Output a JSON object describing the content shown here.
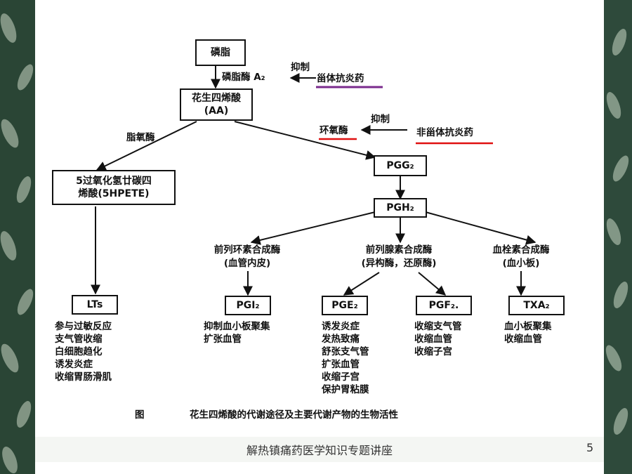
{
  "colors": {
    "accent_purple": "#7a2a8c",
    "accent_red": "#e01010",
    "frame_green": "#2f4a3a"
  },
  "diagram": {
    "phospholipid": "磷脂",
    "pla2": "磷脂酶 A₂",
    "inhibit_1": "抑制",
    "steroid": "甾体抗炎药",
    "aa_line1": "花生四烯酸",
    "aa_line2": "(AA)",
    "lipoxygenase": "脂氧酶",
    "cox": "环氧酶",
    "inhibit_2": "抑制",
    "nsaid": "非甾体抗炎药",
    "hpete_line1": "5过氧化氢廿碳四",
    "hpete_line2": "烯酸(5HPETE)",
    "pgg2": "PGG₂",
    "pgh2": "PGH₂",
    "prostacyclin_synthase_line1": "前列环素合成酶",
    "prostacyclin_synthase_line2": "(血管内皮)",
    "prostaglandin_synthase_line1": "前列腺素合成酶",
    "prostaglandin_synthase_line2": "(异构酶，还原酶)",
    "thromboxane_synthase_line1": "血栓素合成酶",
    "thromboxane_synthase_line2": "(血小板)",
    "lts": "LTs",
    "pgi2": "PGI₂",
    "pge2": "PGE₂",
    "pgf2": "PGF₂.",
    "txa2": "TXA₂",
    "lts_effects": [
      "参与过敏反应",
      "支气管收缩",
      "白细胞趋化",
      "诱发炎症",
      "收缩胃肠滑肌"
    ],
    "pgi2_effects": [
      "抑制血小板聚集",
      "扩张血管"
    ],
    "pge2_effects": [
      "诱发炎症",
      "发热致痛",
      "舒张支气管",
      "扩张血管",
      "收缩子宫",
      "保护胃粘膜"
    ],
    "pgf2_effects": [
      "收缩支气管",
      "收缩血管",
      "收缩子宫"
    ],
    "txa2_effects": [
      "血小板聚集",
      "收缩血管"
    ],
    "caption_label": "图",
    "caption_text": "花生四烯酸的代谢途径及主要代谢产物的生物活性"
  },
  "footer": {
    "title": "解热镇痛药医学知识专题讲座",
    "page": "5"
  }
}
